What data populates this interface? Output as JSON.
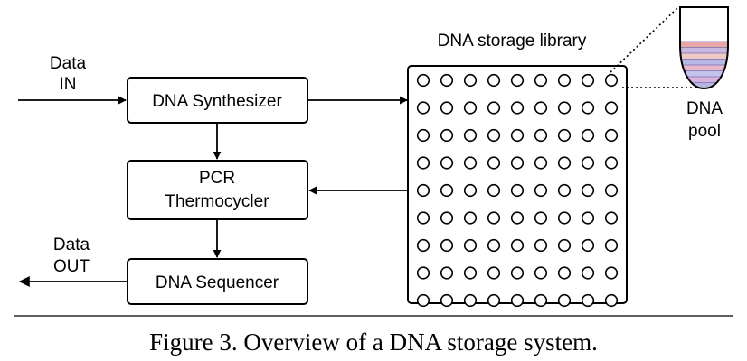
{
  "inputs": {
    "data_in_line1": "Data",
    "data_in_line2": "IN",
    "data_out_line1": "Data",
    "data_out_line2": "OUT"
  },
  "blocks": {
    "synthesizer": "DNA Synthesizer",
    "pcr_line1": "PCR",
    "pcr_line2": "Thermocycler",
    "sequencer": "DNA Sequencer"
  },
  "library": {
    "title": "DNA storage library",
    "rows": 9,
    "cols": 9
  },
  "pool": {
    "label_line1": "DNA",
    "label_line2": "pool",
    "band_colors": [
      "#e9a6a6",
      "#c9b8e0",
      "#f0c8c8",
      "#b8b8e6",
      "#e7b6c8",
      "#c4c4ea",
      "#d9b2e0",
      "#b7b7e2"
    ]
  },
  "caption": {
    "bold": "Figure 3.",
    "text": " Overview of a DNA storage system."
  }
}
